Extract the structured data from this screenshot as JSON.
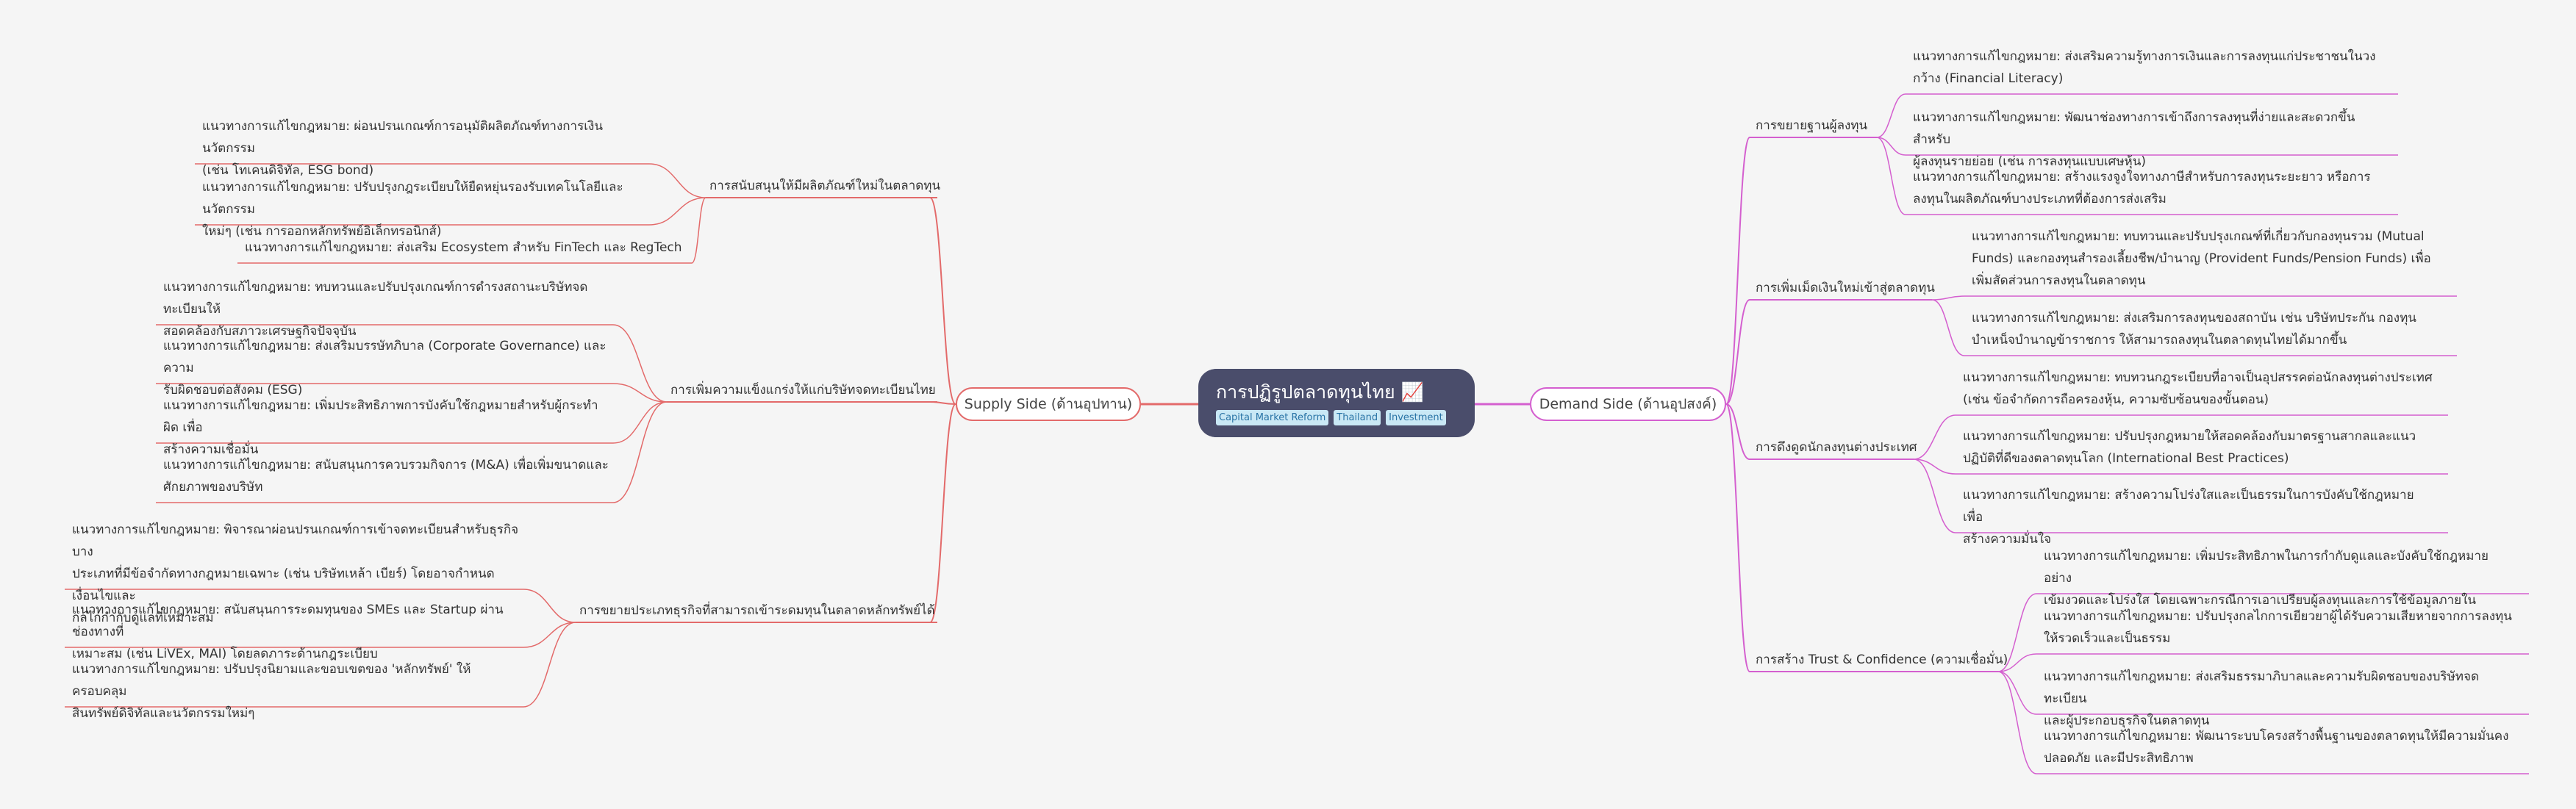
{
  "root": {
    "title": "การปฏิรูปตลาดทุนไทย",
    "emoji": "📈",
    "tags": [
      "Capital Market Reform",
      "Thailand",
      "Investment"
    ]
  },
  "supply": {
    "label": "Supply Side (ด้านอุปทาน)",
    "branches": [
      {
        "label": "การสนับสนุนให้มีผลิตภัณฑ์ใหม่ในตลาดทุน",
        "leaves": [
          [
            "แนวทางการแก้ไขกฎหมาย: ผ่อนปรนเกณฑ์การอนุมัติผลิตภัณฑ์ทางการเงินนวัตกรรม",
            "(เช่น โทเคนดิจิทัล, ESG bond)"
          ],
          [
            "แนวทางการแก้ไขกฎหมาย: ปรับปรุงกฎระเบียบให้ยืดหยุ่นรองรับเทคโนโลยีและนวัตกรรม",
            "ใหม่ๆ (เช่น การออกหลักทรัพย์อิเล็กทรอนิกส์)"
          ],
          [
            "แนวทางการแก้ไขกฎหมาย: ส่งเสริม Ecosystem สำหรับ FinTech และ RegTech"
          ]
        ]
      },
      {
        "label": "การเพิ่มความแข็งแกร่งให้แก่บริษัทจดทะเบียนไทย",
        "leaves": [
          [
            "แนวทางการแก้ไขกฎหมาย: ทบทวนและปรับปรุงเกณฑ์การดำรงสถานะบริษัทจดทะเบียนให้",
            "สอดคล้องกับสภาวะเศรษฐกิจปัจจุบัน"
          ],
          [
            "แนวทางการแก้ไขกฎหมาย: ส่งเสริมบรรษัทภิบาล (Corporate Governance) และความ",
            "รับผิดชอบต่อสังคม (ESG)"
          ],
          [
            "แนวทางการแก้ไขกฎหมาย: เพิ่มประสิทธิภาพการบังคับใช้กฎหมายสำหรับผู้กระทำผิด เพื่อ",
            "สร้างความเชื่อมั่น"
          ],
          [
            "แนวทางการแก้ไขกฎหมาย: สนับสนุนการควบรวมกิจการ (M&A) เพื่อเพิ่มขนาดและ",
            "ศักยภาพของบริษัท"
          ]
        ]
      },
      {
        "label": "การขยายประเภทธุรกิจที่สามารถเข้าระดมทุนในตลาดหลักทรัพย์ได้",
        "leaves": [
          [
            "แนวทางการแก้ไขกฎหมาย: พิจารณาผ่อนปรนเกณฑ์การเข้าจดทะเบียนสำหรับธุรกิจบาง",
            "ประเภทที่มีข้อจำกัดทางกฎหมายเฉพาะ (เช่น บริษัทเหล้า เบียร์) โดยอาจกำหนดเงื่อนไขและ",
            "กลไกกำกับดูแลที่เหมาะสม"
          ],
          [
            "แนวทางการแก้ไขกฎหมาย: สนับสนุนการระดมทุนของ SMEs และ Startup ผ่านช่องทางที่",
            "เหมาะสม (เช่น LiVEx, MAI) โดยลดภาระด้านกฎระเบียบ"
          ],
          [
            "แนวทางการแก้ไขกฎหมาย: ปรับปรุงนิยามและขอบเขตของ 'หลักทรัพย์' ให้ครอบคลุม",
            "สินทรัพย์ดิจิทัลและนวัตกรรมใหม่ๆ"
          ]
        ]
      }
    ]
  },
  "demand": {
    "label": "Demand Side (ด้านอุปสงค์)",
    "branches": [
      {
        "label": "การขยายฐานผู้ลงทุน",
        "leaves": [
          [
            "แนวทางการแก้ไขกฎหมาย: ส่งเสริมความรู้ทางการเงินและการลงทุนแก่ประชาชนในวง",
            "กว้าง (Financial Literacy)"
          ],
          [
            "แนวทางการแก้ไขกฎหมาย: พัฒนาช่องทางการเข้าถึงการลงทุนที่ง่ายและสะดวกขึ้นสำหรับ",
            "ผู้ลงทุนรายย่อย (เช่น การลงทุนแบบเศษหุ้น)"
          ],
          [
            "แนวทางการแก้ไขกฎหมาย: สร้างแรงจูงใจทางภาษีสำหรับการลงทุนระยะยาว หรือการ",
            "ลงทุนในผลิตภัณฑ์บางประเภทที่ต้องการส่งเสริม"
          ]
        ]
      },
      {
        "label": "การเพิ่มเม็ดเงินใหม่เข้าสู่ตลาดทุน",
        "leaves": [
          [
            "แนวทางการแก้ไขกฎหมาย: ทบทวนและปรับปรุงเกณฑ์ที่เกี่ยวกับกองทุนรวม (Mutual",
            "Funds) และกองทุนสำรองเลี้ยงชีพ/บำนาญ (Provident Funds/Pension Funds) เพื่อ",
            "เพิ่มสัดส่วนการลงทุนในตลาดทุน"
          ],
          [
            "แนวทางการแก้ไขกฎหมาย: ส่งเสริมการลงทุนของสถาบัน เช่น บริษัทประกัน กองทุน",
            "บำเหน็จบำนาญข้าราชการ ให้สามารถลงทุนในตลาดทุนไทยได้มากขึ้น"
          ]
        ]
      },
      {
        "label": "การดึงดูดนักลงทุนต่างประเทศ",
        "leaves": [
          [
            "แนวทางการแก้ไขกฎหมาย: ทบทวนกฎระเบียบที่อาจเป็นอุปสรรคต่อนักลงทุนต่างประเทศ",
            "(เช่น ข้อจำกัดการถือครองหุ้น, ความซับซ้อนของขั้นตอน)"
          ],
          [
            "แนวทางการแก้ไขกฎหมาย: ปรับปรุงกฎหมายให้สอดคล้องกับมาตรฐานสากลและแนว",
            "ปฏิบัติที่ดีของตลาดทุนโลก (International Best Practices)"
          ],
          [
            "แนวทางการแก้ไขกฎหมาย: สร้างความโปร่งใสและเป็นธรรมในการบังคับใช้กฎหมาย เพื่อ",
            "สร้างความมั่นใจ"
          ]
        ]
      },
      {
        "label": "การสร้าง Trust & Confidence (ความเชื่อมั่น)",
        "leaves": [
          [
            "แนวทางการแก้ไขกฎหมาย: เพิ่มประสิทธิภาพในการกำกับดูแลและบังคับใช้กฎหมายอย่าง",
            "เข้มงวดและโปร่งใส โดยเฉพาะกรณีการเอาเปรียบผู้ลงทุนและการใช้ข้อมูลภายใน"
          ],
          [
            "แนวทางการแก้ไขกฎหมาย: ปรับปรุงกลไกการเยียวยาผู้ได้รับความเสียหายจากการลงทุน",
            "ให้รวดเร็วและเป็นธรรม"
          ],
          [
            "แนวทางการแก้ไขกฎหมาย: ส่งเสริมธรรมาภิบาลและความรับผิดชอบของบริษัทจดทะเบียน",
            "และผู้ประกอบธุรกิจในตลาดทุน"
          ],
          [
            "แนวทางการแก้ไขกฎหมาย: พัฒนาระบบโครงสร้างพื้นฐานของตลาดทุนให้มีความมั่นคง",
            "ปลอดภัย และมีประสิทธิภาพ"
          ]
        ]
      }
    ]
  },
  "colors": {
    "supply": "#e36a6a",
    "demand": "#d45fcf",
    "root": "#4a4d6b",
    "tag_bg": "#c9e8f5"
  }
}
